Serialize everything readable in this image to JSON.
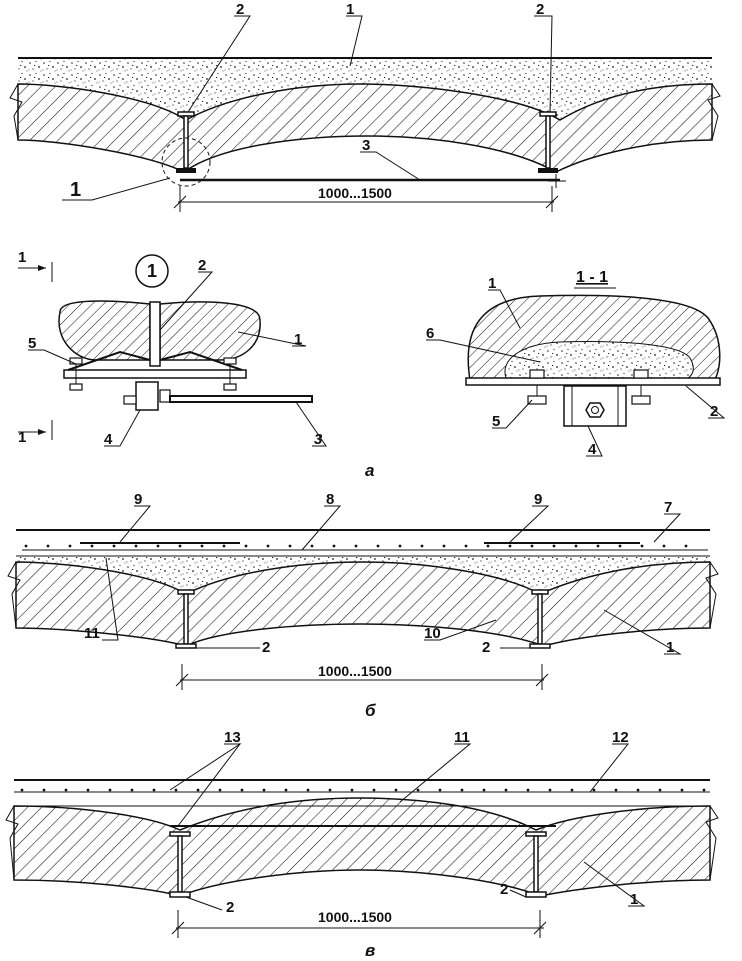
{
  "labels": {
    "a": {
      "c1": "1",
      "c2a": "2",
      "c2b": "2",
      "c3": "3",
      "detail_ref": "1",
      "dim": "1000...1500"
    },
    "detail": {
      "circle": "1",
      "c2": "2",
      "c1": "1",
      "c5": "5",
      "c4": "4",
      "c3": "3",
      "cut_top": "1",
      "cut_bottom": "1"
    },
    "section": {
      "title": "1 - 1",
      "c1": "1",
      "c6": "6",
      "c5": "5",
      "c4": "4",
      "c2": "2"
    },
    "caption_a": "а",
    "b": {
      "c9a": "9",
      "c8": "8",
      "c9b": "9",
      "c7": "7",
      "c11": "11",
      "c2a": "2",
      "c10": "10",
      "c2b": "2",
      "c1": "1",
      "dim": "1000...1500"
    },
    "caption_b": "б",
    "v": {
      "c13": "13",
      "c11": "11",
      "c12": "12",
      "c2a": "2",
      "c2b": "2",
      "c1": "1",
      "dim": "1000...1500"
    },
    "caption_v": "в"
  },
  "colors": {
    "ink": "#111111",
    "fill": "#ffffff"
  }
}
